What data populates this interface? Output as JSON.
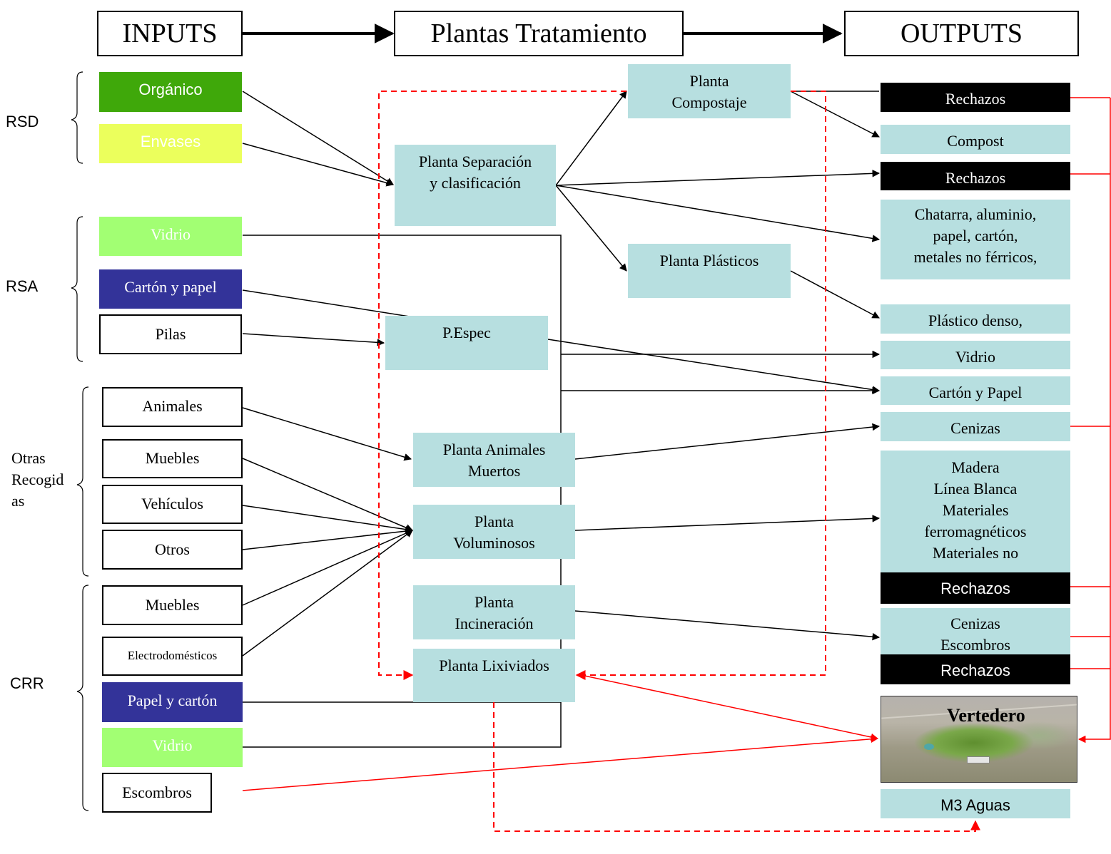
{
  "headers": {
    "inputs": "INPUTS",
    "plants": "Plantas Tratamiento",
    "outputs": "OUTPUTS"
  },
  "groups": {
    "rsd": "RSD",
    "rsa": "RSA",
    "otras_line1": "Otras",
    "otras_line2": "Recogid",
    "otras_line3": "as",
    "crr": "CRR"
  },
  "inputs": {
    "organico": "Orgánico",
    "envases": "Envases",
    "vidrio_rsa": "Vidrio",
    "carton_rsa": "Cartón y papel",
    "pilas": "Pilas",
    "animales": "Animales",
    "muebles_otras": "Muebles",
    "vehiculos": "Vehículos",
    "otros": "Otros",
    "muebles_crr": "Muebles",
    "electro": "Electrodomésticos",
    "papel_crr": "Papel y cartón",
    "vidrio_crr": "Vidrio",
    "escombros": "Escombros"
  },
  "plants": {
    "compostaje_l1": "Planta",
    "compostaje_l2": "Compostaje",
    "separacion_l1": "Planta Separación",
    "separacion_l2": "y clasificación",
    "plasticos": "Planta Plásticos",
    "especial": "P.Espec",
    "animales_l1": "Planta Animales",
    "animales_l2": "Muertos",
    "voluminosos_l1": "Planta",
    "voluminosos_l2": "Voluminosos",
    "incineracion_l1": "Planta",
    "incineracion_l2": "Incineración",
    "lixiviados": "Planta Lixiviados"
  },
  "outputs": {
    "rechazos1": "Rechazos",
    "compost": "Compost",
    "rechazos2": "Rechazos",
    "metales_l1": "Chatarra, aluminio,",
    "metales_l2": "papel, cartón,",
    "metales_l3": "metales no férricos,",
    "plastico": "Plástico denso,",
    "vidrio": "Vidrio",
    "carton": "Cartón y Papel",
    "cenizas1": "Cenizas",
    "madera_l1": "Madera",
    "madera_l2": "Línea Blanca",
    "madera_l3": "Materiales",
    "madera_l4": "ferromagnéticos",
    "madera_l5": "Materiales no",
    "rechazos3": "Rechazos",
    "cenizas2_l1": "Cenizas",
    "cenizas2_l2": "Escombros",
    "rechazos4": "Rechazos",
    "vertedero": "Vertedero",
    "aguas": "M3 Aguas"
  },
  "colors": {
    "organico": "#3fa80a",
    "envases": "#ebff5c",
    "vidrio": "#a2ff73",
    "carton": "#333399",
    "plant": "#b7dfe0",
    "red_line": "#ff0000"
  }
}
